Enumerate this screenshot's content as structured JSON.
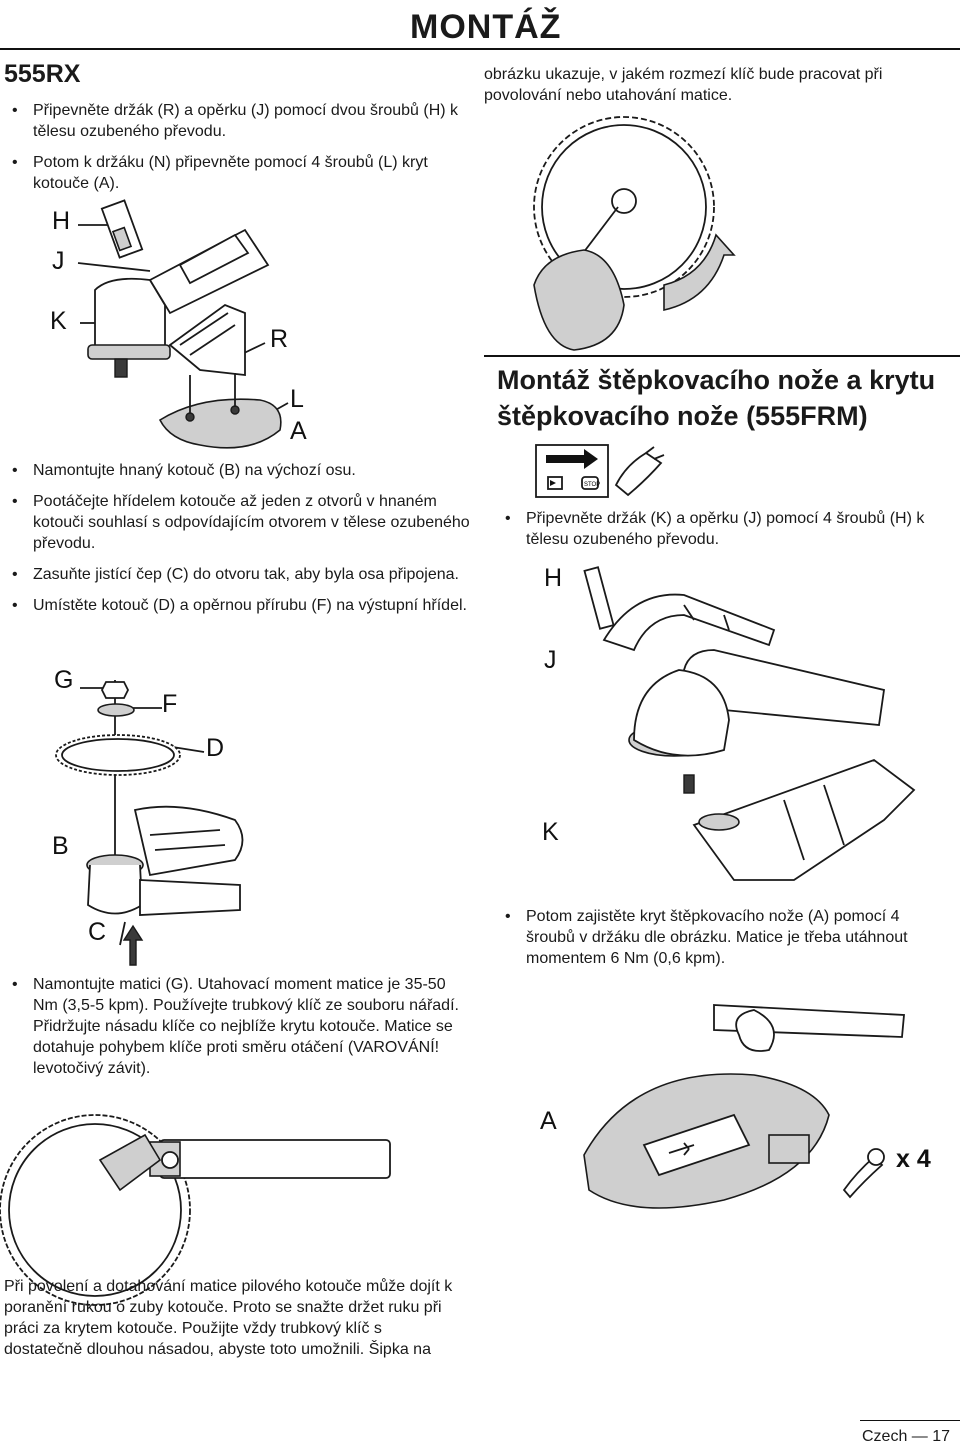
{
  "header": {
    "title": "MONTÁŽ"
  },
  "left": {
    "section_title": "555RX",
    "bullets1": [
      "Připevněte držák (R) a opěrku (J) pomocí dvou šroubů (H) k tělesu ozubeného převodu.",
      "Potom k držáku (N) připevněte pomocí 4 šroubů (L) kryt kotouče (A)."
    ],
    "fig1_labels": {
      "h": "H",
      "j": "J",
      "k": "K",
      "r": "R",
      "l": "L",
      "a": "A"
    },
    "bullets2": [
      "Namontujte hnaný kotouč (B) na výchozí osu.",
      "Pootáčejte hřídelem kotouče až jeden z otvorů v hnaném kotouči souhlasí s odpovídajícím otvorem v tělese ozubeného převodu.",
      "Zasuňte jistící čep (C) do otvoru tak, aby byla osa připojena.",
      "Umístěte kotouč (D) a opěrnou přírubu (F) na výstupní hřídel."
    ],
    "fig2_labels": {
      "g": "G",
      "f": "F",
      "d": "D",
      "b": "B",
      "c": "C"
    },
    "bullet3": "Namontujte matici (G). Utahovací moment matice je 35-50 Nm (3,5-5 kpm). Používejte trubkový klíč ze souboru nářadí. Přidržujte násadu klíče co nejblíže krytu kotouče. Matice se dotahuje pohybem klíče proti směru otáčení (VAROVÁNÍ! levotočivý závit).",
    "bottom_para": "Při povolení a dotahování matice pilového kotouče může dojít k poranění rukou o zuby  kotouče. Proto se snažte držet ruku při  práci za krytem kotouče. Použijte vždy trubkový klíč s dostatečně dlouhou násadou, abyste toto  umožnili. Šipka na"
  },
  "right": {
    "top_para": "obrázku ukazuje, v jakém rozmezí klíč bude pracovat při povolování nebo utahování matice.",
    "section_title": "Montáž štěpkovacího nože a krytu štěpkovacího nože (555FRM)",
    "stop_label": "STOP",
    "bullet1": "Připevněte držák (K) a opěrku (J) pomocí 4 šroubů (H) k tělesu ozubeného převodu.",
    "fig_labels": {
      "h": "H",
      "j": "J",
      "k": "K"
    },
    "bullet2": "Potom zajistěte kryt štěpkovacího nože (A) pomocí 4 šroubů v držáku dle obrázku. Matice je třeba utáhnout momentem 6 Nm (0,6 kpm).",
    "fig2_labels": {
      "a": "A",
      "x4": "x 4"
    }
  },
  "footer": {
    "text": "Czech — 17"
  }
}
